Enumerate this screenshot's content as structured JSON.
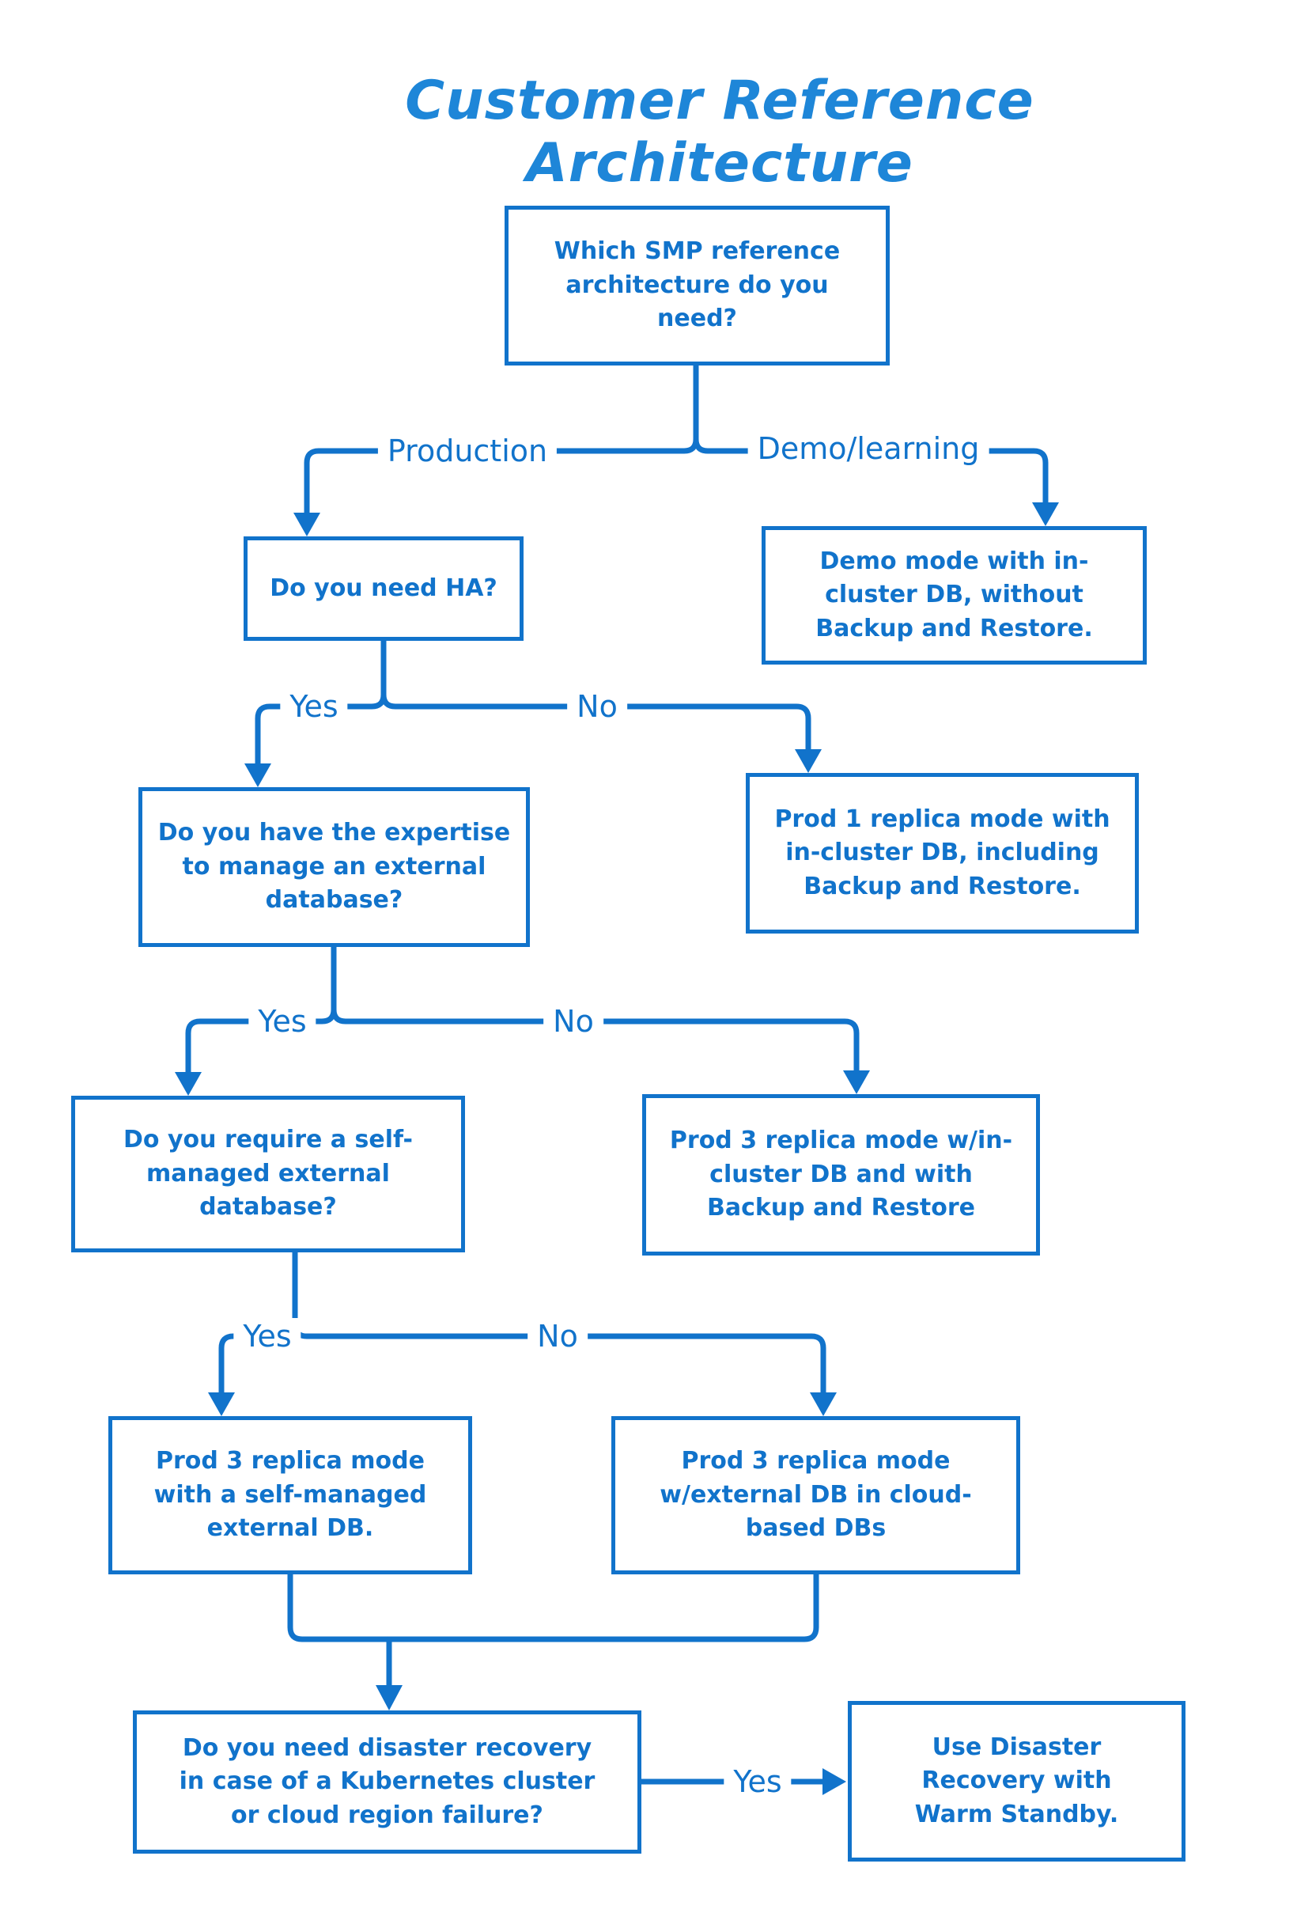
{
  "title": "Customer Reference Architecture",
  "colors": {
    "line": "#1173CB",
    "title": "#1E86D8",
    "background": "#FFFFFF"
  },
  "nodes": {
    "root": {
      "text": "Which SMP reference\narchitecture do you\nneed?"
    },
    "ha": {
      "text": "Do you need HA?"
    },
    "demo": {
      "text": "Demo mode with in-\ncluster DB, without\nBackup and Restore."
    },
    "expertise": {
      "text": "Do you have the expertise\nto manage an external\ndatabase?"
    },
    "prod1": {
      "text": "Prod 1 replica mode with\nin-cluster DB, including\nBackup and Restore."
    },
    "self_managed_q": {
      "text": "Do you require a self-\nmanaged external\ndatabase?"
    },
    "prod3_incluster": {
      "text": "Prod 3 replica mode w/in-\ncluster DB and with\nBackup and Restore"
    },
    "prod3_self_managed": {
      "text": "Prod 3 replica mode\nwith a self-managed\nexternal DB."
    },
    "prod3_cloud": {
      "text": "Prod 3 replica mode\nw/external DB in cloud-\nbased DBs"
    },
    "dr_q": {
      "text": "Do you need disaster recovery\nin case of a Kubernetes cluster\nor cloud region failure?"
    },
    "warm_standby": {
      "text": "Use Disaster\nRecovery with\nWarm Standby."
    }
  },
  "edge_labels": {
    "production": "Production",
    "demo_learning": "Demo/learning",
    "ha_yes": "Yes",
    "ha_no": "No",
    "expertise_yes": "Yes",
    "expertise_no": "No",
    "self_managed_yes": "Yes",
    "self_managed_no": "No",
    "dr_yes": "Yes"
  }
}
